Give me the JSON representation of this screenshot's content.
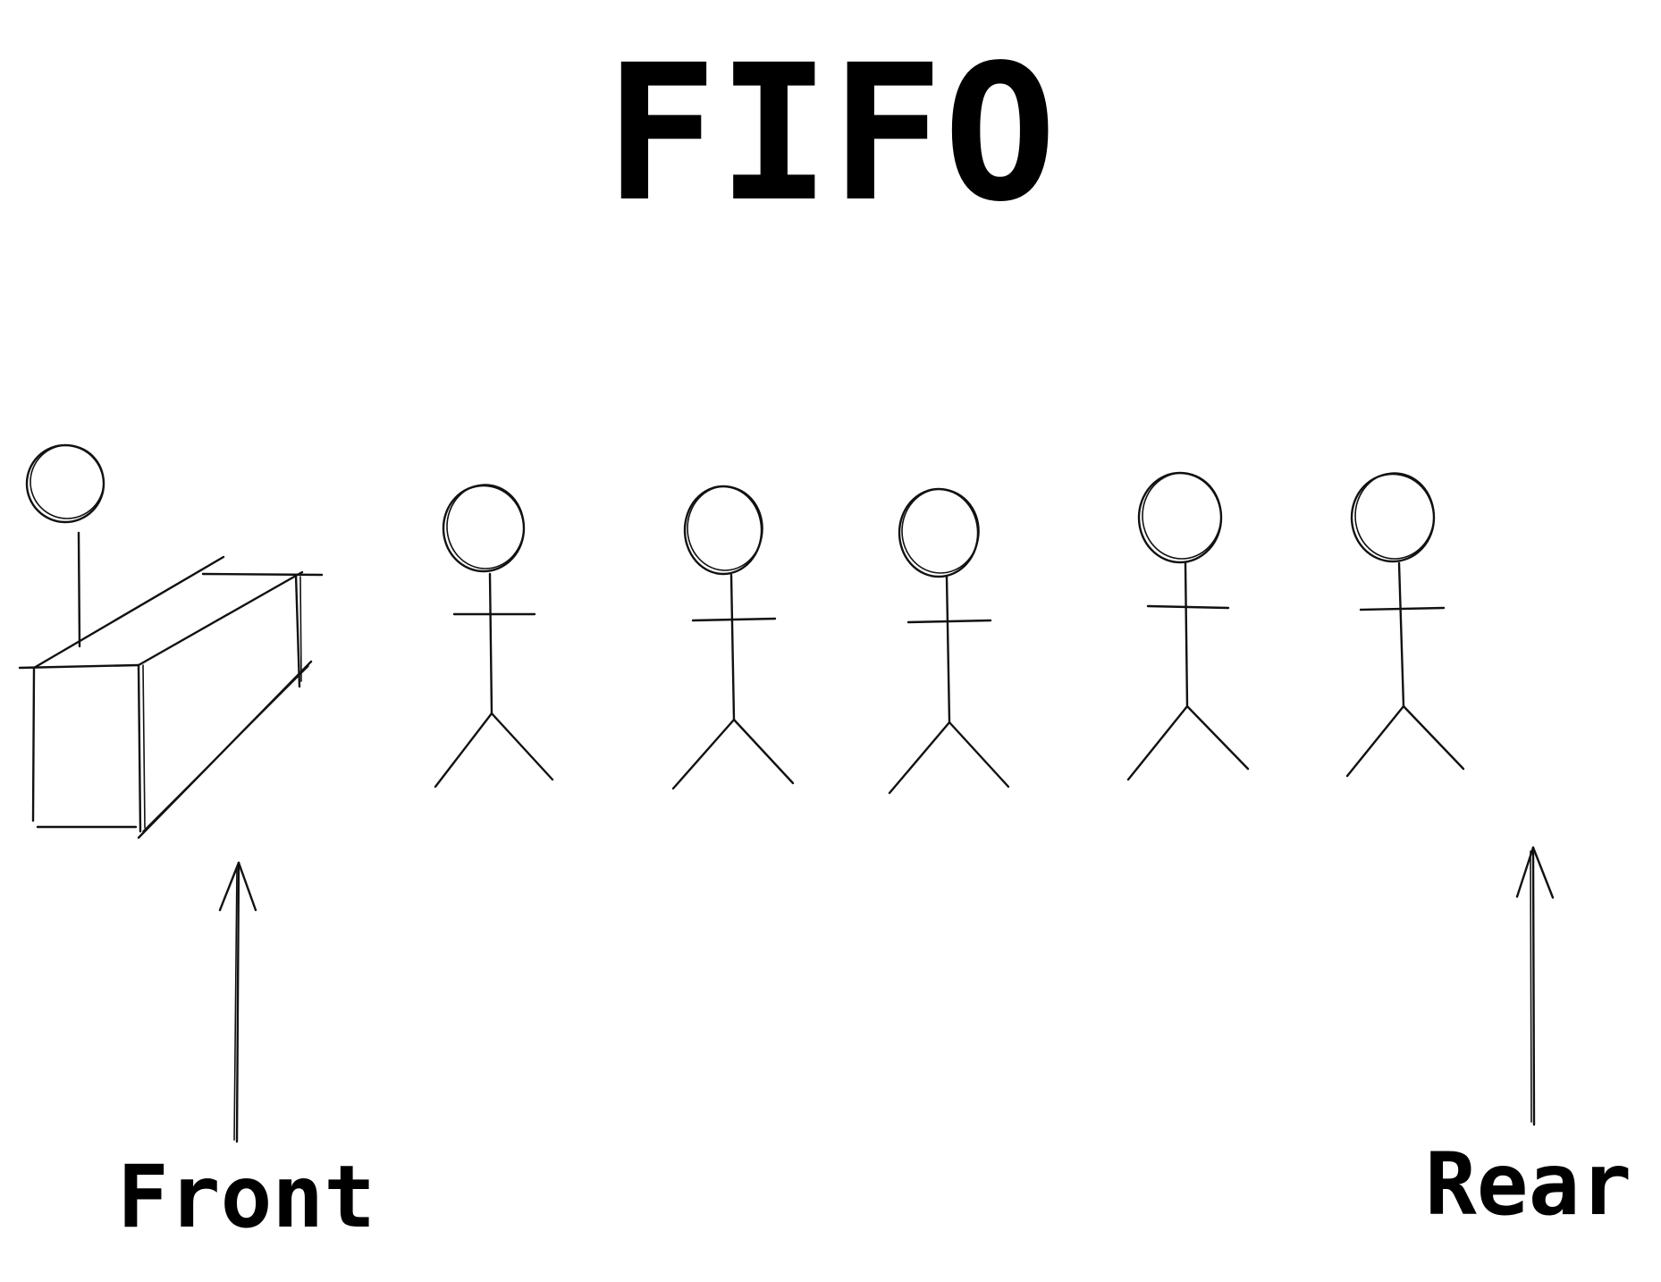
{
  "diagram": {
    "title": "FIFO",
    "front_label": "Front",
    "rear_label": "Rear",
    "ink_color": "#111111",
    "background_color": "#ffffff",
    "queue_people_count": 5
  }
}
